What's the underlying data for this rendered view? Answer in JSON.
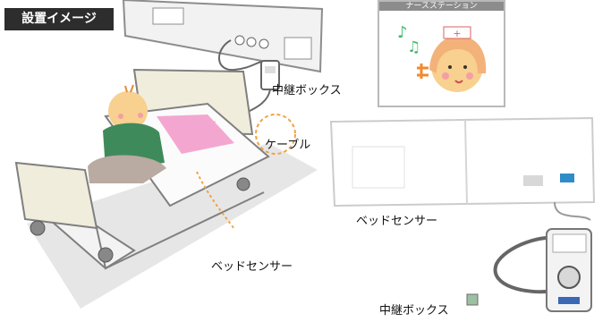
{
  "header": {
    "title": "設置イメージ"
  },
  "labels": {
    "relay_box_top": "中継ボックス",
    "cable": "ケーブル",
    "bed_sensor_right": "ベッドセンサー",
    "bed_sensor_bottom": "ベッドセンサー",
    "relay_box_bottom": "中継ボックス"
  },
  "nurse_station": {
    "banner": "ナースステーション"
  },
  "colors": {
    "title_bg": "#2d2d2d",
    "shirt": "#3f8a5b",
    "pants": "#b9aaa2",
    "sensor_mat": "#f3a7d0",
    "cable_circle": "#f0a246",
    "floor": "#e6e6e6"
  }
}
